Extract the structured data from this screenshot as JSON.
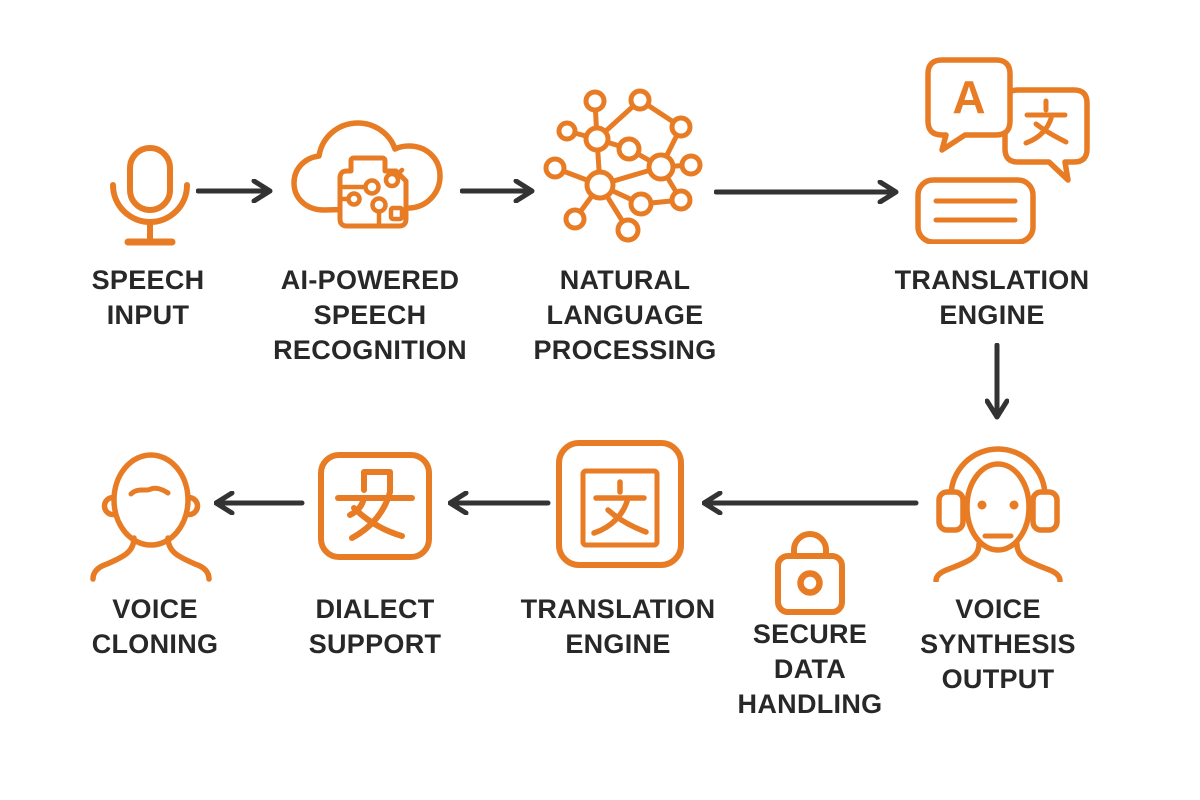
{
  "colors": {
    "accent": "#E87C25",
    "ink": "#282828",
    "arrow": "#333333",
    "background": "#FFFFFF"
  },
  "nodes": [
    {
      "id": "speech-input",
      "icon": "microphone-icon",
      "lines": [
        "SPEECH",
        "INPUT"
      ]
    },
    {
      "id": "ai-powered-speech-recognition",
      "icon": "cloud-chip-icon",
      "lines": [
        "AI-POWERED",
        "SPEECH",
        "RECOGNITION"
      ]
    },
    {
      "id": "natural-language-processing",
      "icon": "network-nodes-icon",
      "lines": [
        "NATURAL",
        "LANGUAGE",
        "PROCESSING"
      ]
    },
    {
      "id": "translation-engine",
      "icon": "translation-bubbles-icon",
      "lines": [
        "TRANSLATION",
        "ENGINE"
      ],
      "glyphs": {
        "latin": "A",
        "han": "文"
      }
    },
    {
      "id": "voice-synthesis-output",
      "icon": "headset-face-icon",
      "lines": [
        "VOICE",
        "SYNTHESIS",
        "OUTPUT"
      ]
    },
    {
      "id": "secure-data-handling",
      "icon": "padlock-icon",
      "lines": [
        "SECURE",
        "DATA",
        "HANDLING"
      ]
    },
    {
      "id": "translation-engine-2",
      "icon": "han-character-square-icon",
      "lines": [
        "TRANSLATION",
        "ENGINE"
      ],
      "glyphs": {
        "han": "文"
      }
    },
    {
      "id": "dialect-support",
      "icon": "dialect-character-icon",
      "lines": [
        "DIALECT",
        "SUPPORT"
      ],
      "glyphs": {
        "han": "攵"
      }
    },
    {
      "id": "voice-cloning",
      "icon": "person-head-icon",
      "lines": [
        "VOICE",
        "CLONING"
      ]
    }
  ],
  "arrows": [
    {
      "from": "speech-input",
      "to": "ai-powered-speech-recognition",
      "direction": "right"
    },
    {
      "from": "ai-powered-speech-recognition",
      "to": "natural-language-processing",
      "direction": "right"
    },
    {
      "from": "natural-language-processing",
      "to": "translation-engine",
      "direction": "right"
    },
    {
      "from": "translation-engine",
      "to": "voice-synthesis-output",
      "direction": "down"
    },
    {
      "from": "voice-synthesis-output",
      "to": "translation-engine-2",
      "direction": "left"
    },
    {
      "from": "translation-engine-2",
      "to": "dialect-support",
      "direction": "left"
    },
    {
      "from": "dialect-support",
      "to": "voice-cloning",
      "direction": "left"
    }
  ]
}
